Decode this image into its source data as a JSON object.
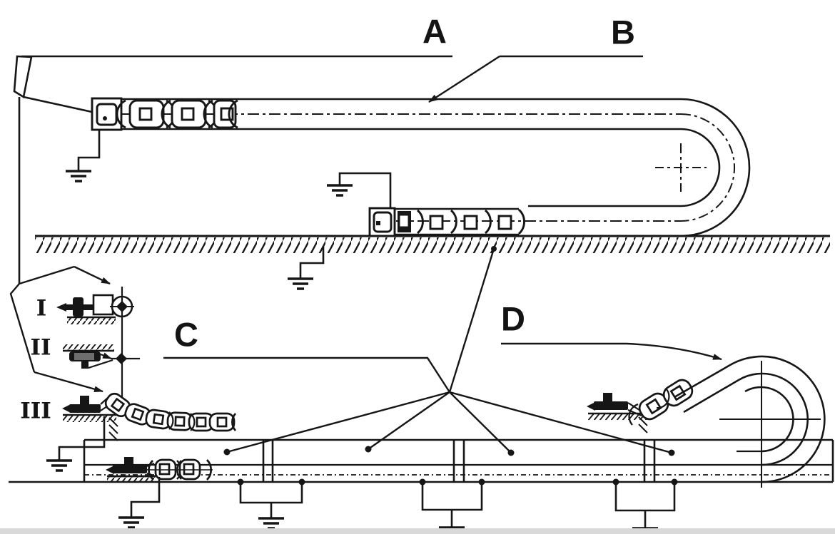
{
  "diagram": {
    "labels": {
      "a": "A",
      "b": "B",
      "c": "C",
      "d": "D"
    },
    "detail_markers": {
      "i": "I",
      "ii": "II",
      "iii": "III"
    },
    "colors": {
      "line": "#161616",
      "background": "#ffffff",
      "footer_strip": "#d9d9d9"
    }
  }
}
